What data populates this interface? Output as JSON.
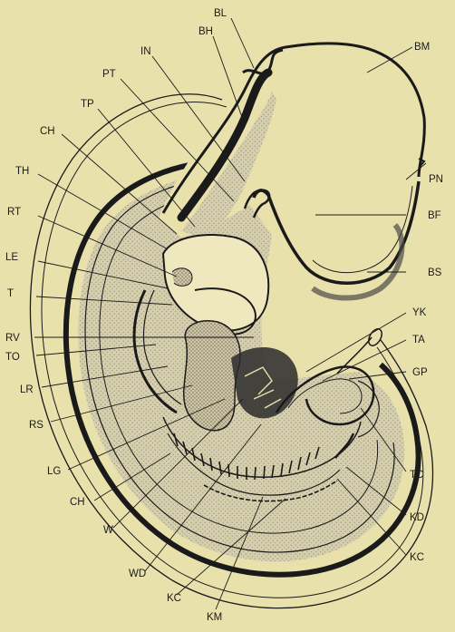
{
  "labels": {
    "BL": "BL",
    "BH": "BH",
    "BM": "BM",
    "IN": "IN",
    "PT": "PT",
    "TP": "TP",
    "CH_top": "CH",
    "TH": "TH",
    "RT": "RT",
    "LE": "LE",
    "T": "T",
    "RV": "RV",
    "TO": "TO",
    "LR": "LR",
    "RS": "RS",
    "LG": "LG",
    "CH_bottom": "CH",
    "W": "W",
    "WD": "WD",
    "KC_bottom": "KC",
    "KM": "KM",
    "PN": "PN",
    "BF": "BF",
    "BS": "BS",
    "YK": "YK",
    "TA": "TA",
    "GP": "GP",
    "TC": "TC",
    "KD": "KD",
    "KC_right": "KC"
  },
  "colors": {
    "background": "#e9e1ac",
    "stipple": "#c8c1a0",
    "ink": "#1a1a1a"
  }
}
